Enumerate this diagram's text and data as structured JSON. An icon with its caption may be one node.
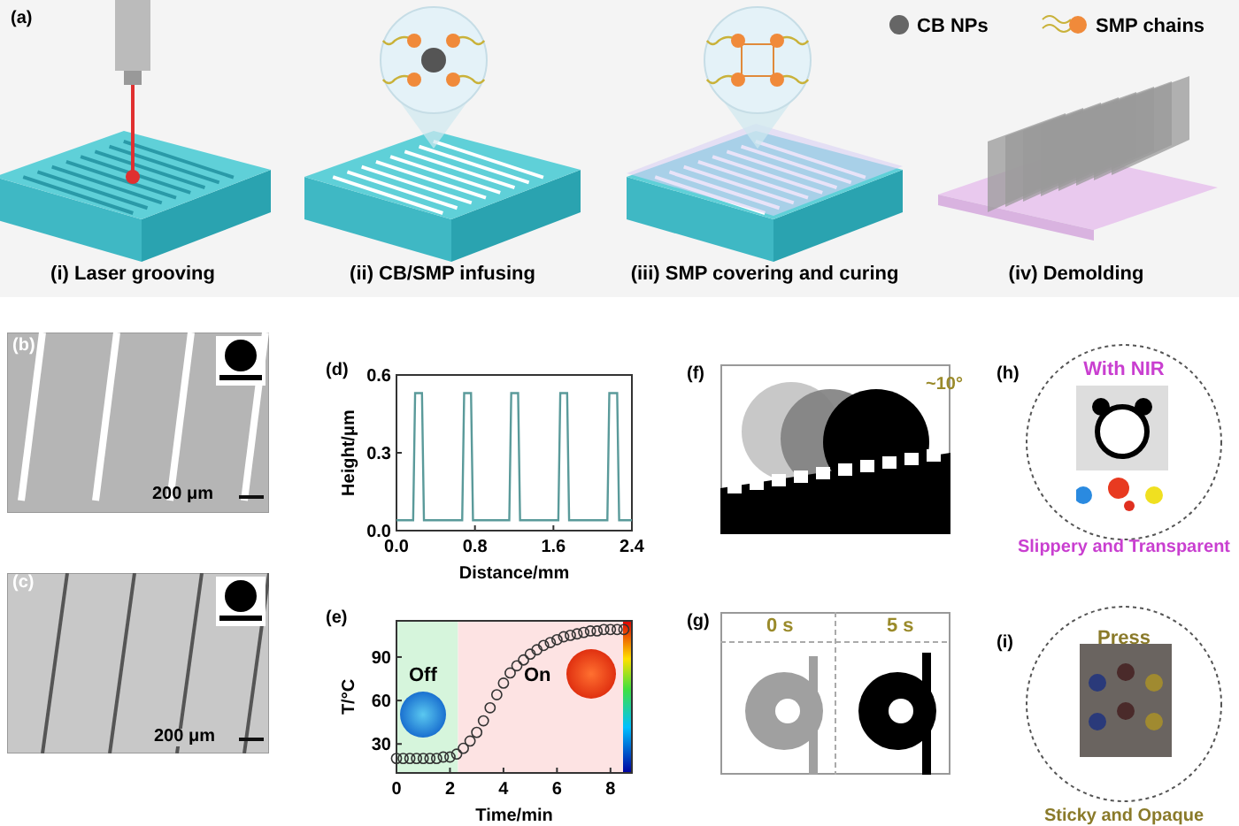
{
  "diagram": {
    "nodes": [
      {
        "text": [
          "With NIR",
          "Slippery and Transparent"
        ],
        "beside": [
          "(h)"
        ]
      },
      {
        "text": [
          "Press",
          "Sticky and Opaque"
        ],
        "beside": [
          "(i)"
        ]
      }
    ],
    "labels": [
      "(a)",
      "(i) Laser grooving",
      "(ii) CB/SMP infusing",
      "(iii) SMP covering and curing",
      "(iv) Demolding",
      "(b)",
      "200 μm",
      "(d)",
      "(f)",
      "~10°",
      "(c)",
      "200 μm",
      "(e)",
      "Off",
      "On",
      "(g)",
      "0 s",
      "5 s"
    ],
    "legend": [
      {
        "text": "CB NPs"
      },
      {
        "text": "SMP chains"
      }
    ],
    "chart_data": [
      {
        "type": "line",
        "xlabel": "Distance/mm",
        "ylabel": "Height/μm",
        "xlim": [
          0,
          2.4
        ],
        "ylim": [
          0,
          0.6
        ],
        "xticks": [
          {
            "value": 0,
            "label": "0.0"
          },
          0.8,
          1.6,
          2.4
        ],
        "yticks": [
          {
            "value": 0,
            "label": "0.0"
          },
          0.3,
          0.6
        ],
        "x": [
          0,
          0.17,
          0.19,
          0.26,
          0.28,
          0.67,
          0.69,
          0.76,
          0.78,
          1.15,
          1.17,
          1.24,
          1.26,
          1.65,
          1.67,
          1.74,
          1.76,
          2.15,
          2.17,
          2.25,
          2.27,
          2.4
        ],
        "series": [
          {
            "color": "#5a9a9a",
            "values": [
              0.04,
              0.04,
              0.53,
              0.53,
              0.04,
              0.04,
              0.53,
              0.53,
              0.04,
              0.04,
              0.53,
              0.53,
              0.04,
              0.04,
              0.53,
              0.53,
              0.04,
              0.04,
              0.53,
              0.53,
              0.04,
              0.04
            ]
          }
        ]
      },
      {
        "type": "scatter",
        "xlabel": "Time/min",
        "ylabel": "T/°C",
        "xlim": [
          0,
          8.8
        ],
        "ylim": [
          10,
          115
        ],
        "xticks": [
          0,
          2,
          4,
          6,
          8
        ],
        "yticks": [
          30,
          60,
          90
        ],
        "x": [
          0,
          0.25,
          0.5,
          0.75,
          1,
          1.25,
          1.5,
          1.75,
          2,
          2.25,
          2.5,
          2.75,
          3,
          3.25,
          3.5,
          3.75,
          4,
          4.25,
          4.5,
          4.75,
          5,
          5.25,
          5.5,
          5.75,
          6,
          6.25,
          6.5,
          6.75,
          7,
          7.25,
          7.5,
          7.75,
          8,
          8.25,
          8.5
        ],
        "series": [
          {
            "color": "#333333",
            "values": [
              20,
              20,
              20,
              20,
              20,
              20,
              20,
              21,
              21,
              23,
              27,
              32,
              38,
              46,
              55,
              64,
              72,
              79,
              84,
              88,
              92,
              95,
              98,
              100,
              102,
              104,
              105,
              106,
              107,
              108,
              108,
              109,
              109,
              109,
              109
            ]
          }
        ]
      }
    ]
  }
}
